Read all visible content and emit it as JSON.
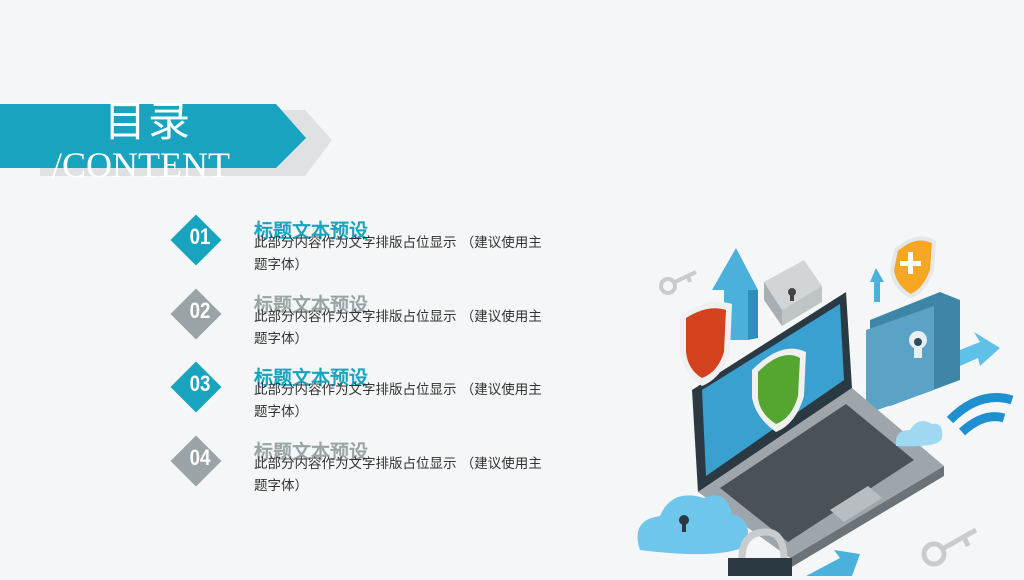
{
  "header": {
    "title_cn": "目录",
    "title_en": "/CONTENT"
  },
  "colors": {
    "accent": "#18a3bf",
    "gray": "#9aa3a6",
    "banner_shadow": "#dfe1e2"
  },
  "items": [
    {
      "number": "01",
      "title": "标题文本预设",
      "desc": "此部分内容作为文字排版占位显示 （建议使用主题字体）",
      "style": "accent"
    },
    {
      "number": "02",
      "title": "标题文本预设",
      "desc": "此部分内容作为文字排版占位显示 （建议使用主题字体）",
      "style": "gray"
    },
    {
      "number": "03",
      "title": "标题文本预设",
      "desc": "此部分内容作为文字排版占位显示 （建议使用主题字体）",
      "style": "accent"
    },
    {
      "number": "04",
      "title": "标题文本预设",
      "desc": "此部分内容作为文字排版占位显示 （建议使用主题字体）",
      "style": "gray"
    }
  ]
}
